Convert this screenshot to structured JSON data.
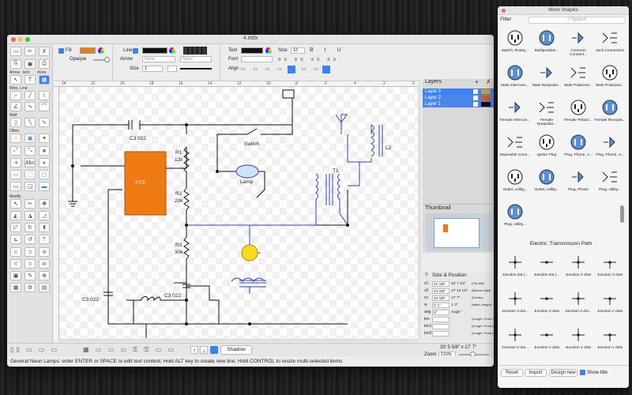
{
  "window": {
    "title": "4.eldx"
  },
  "toolbox": {
    "labels": {
      "arrow": "Arrow",
      "text": "text",
      "more": "more",
      "wireline": "Wire, Line",
      "wall": "Wall",
      "other": "Other",
      "modify": "Modify"
    },
    "abc": "Abc"
  },
  "props": {
    "fill": "Fill",
    "opaque": "Opaque",
    "line": "Line",
    "arrow": "Arrow",
    "none1": "None",
    "none2": "None",
    "size": "Size",
    "size_val": "1",
    "text": "Text",
    "font": "Font",
    "size2": "Size",
    "size2_val": "12",
    "align": "Align",
    "fill_color": "#f07a12"
  },
  "ruler": {
    "top": [
      "24",
      "22",
      "20",
      "18",
      "16",
      "14",
      "12",
      "10",
      "8",
      "6",
      "4",
      "2",
      "0"
    ]
  },
  "layers": {
    "title": "Layers",
    "items": [
      {
        "name": "Layer 3",
        "color": "#c8a228"
      },
      {
        "name": "Layer 2",
        "color": "#e05a10"
      },
      {
        "name": "Layer 1",
        "color": "#111111"
      }
    ]
  },
  "thumbnail": {
    "title": "Thumbnail"
  },
  "sizepos": {
    "title": "Size & Position",
    "rows": [
      {
        "l": "x1",
        "v": "21' 5/8\"",
        "v2": "16' 7 1/2\"",
        "n": "(Top left)"
      },
      {
        "l": "x2",
        "v": "34' 5/8\"",
        "v2": "17' 10 1/2\"",
        "n": "(Bottom right)"
      },
      {
        "l": "cx",
        "v": "33' 5/8\"",
        "v2": "17' 7\"",
        "n": "(Center)"
      },
      {
        "l": "w",
        "v": "2' 1\"",
        "v2": "1' 3\"",
        "n": "(width, height)"
      },
      {
        "l": "ang",
        "v": "0°",
        "v2": "Angle °",
        "n": ""
      },
      {
        "l": "len",
        "v": "",
        "v2": "",
        "n": "(Length: From Center)"
      },
      {
        "l": "len1",
        "v": "",
        "v2": "",
        "n": "(Length: From p1)"
      },
      {
        "l": "len2",
        "v": "",
        "v2": "",
        "n": "(Length: From p2)"
      }
    ]
  },
  "circuit": {
    "c1": "C3 022",
    "r1": "R1",
    "r1v": "12k",
    "r2": "R2",
    "r2v": "20k",
    "r3": "R3",
    "r3v": "30k",
    "c2": "C3 022",
    "c3": "C3 022",
    "xyz": "XYZ",
    "switch": "Switch",
    "lamp": "Lamp",
    "t1": "T1",
    "l2": "L2"
  },
  "bottombar": {
    "shadow": "Shadow",
    "coords": "33' 5 5/8\" x 17' 7\"",
    "zoom_label": "Zoom",
    "zoom_val": "110%"
  },
  "status": "General Neon Lamps: enter ENTER or SPACE to edit text content; Hold ALT key to create new line; Hold CONTROL to resize multi-selected items",
  "panel": {
    "title": "More shapes",
    "filter": "Filter",
    "search": "Search",
    "section2": "Electric: Transmission Path",
    "grid1": [
      "Switch, Rotary...",
      "Multiposition...",
      "Common Connect...",
      "Jack Connectors",
      "Male Interconn...",
      "Male Nonpolari...",
      "Male Polarized...",
      "Male Polarized...",
      "Female Intercon...",
      "Female Nonpolari...",
      "Female Polariz...",
      "Female Recepta...",
      "Seperable Conn...",
      "Ignitor Plug",
      "Plug, Phone, 2...",
      "Plug, Phone, 3...",
      "Outlet, Utility...",
      "Outlet, Utility...",
      "Plug, Phone",
      "Plug, Utility...",
      "Plug, Utility..."
    ],
    "grid2": [
      "Junction dot (...",
      "Junction dot (...",
      "Junction 4 dots",
      "Junction 3 dots",
      "Junction 3 dot...",
      "Junction 3 dots",
      "Junction 2 dot...",
      "Junction 2 dots",
      "Junction 2 dot...",
      "Junction 2 dots",
      "Junction 1 dots",
      "Junction 1 dots"
    ],
    "buttons": {
      "reset": "Reset",
      "import": "Import",
      "design_new": "Design new",
      "show_title": "Show title"
    }
  }
}
